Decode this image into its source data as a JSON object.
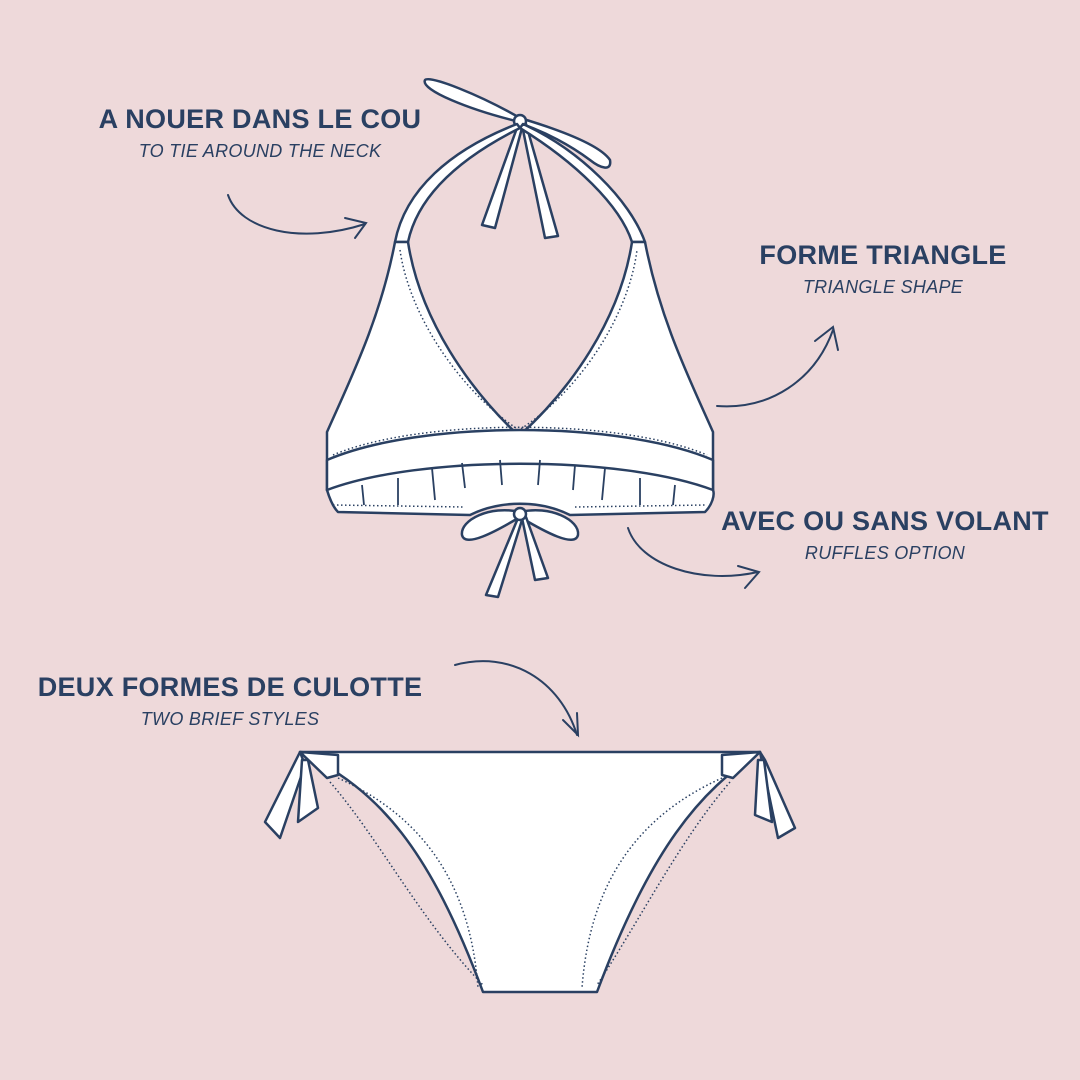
{
  "colors": {
    "background": "#eed9da",
    "ink": "#2a4062",
    "garment_fill": "#ffffff"
  },
  "annotations": [
    {
      "id": "neck",
      "title": "A NOUER DANS LE COU",
      "subtitle": "TO TIE AROUND THE NECK"
    },
    {
      "id": "triangle",
      "title": "FORME TRIANGLE",
      "subtitle": "TRIANGLE SHAPE"
    },
    {
      "id": "ruffles",
      "title": "AVEC OU SANS VOLANT",
      "subtitle": "RUFFLES OPTION"
    },
    {
      "id": "briefs",
      "title": "DEUX FORMES DE CULOTTE",
      "subtitle": "TWO BRIEF STYLES"
    }
  ],
  "illustrations": {
    "top": "halter-triangle-bikini-top-with-ruffle",
    "bottom": "side-tie-bikini-brief"
  }
}
